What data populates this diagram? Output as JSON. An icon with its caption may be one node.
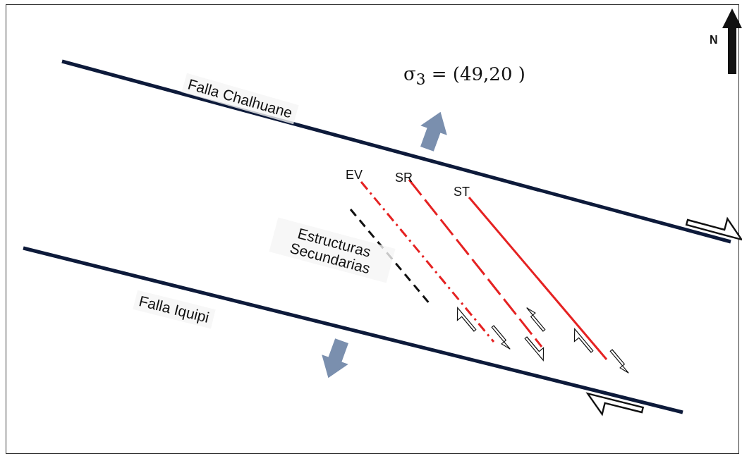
{
  "diagram": {
    "labels": [
      "N",
      "σ$_{3}$ = (49,20 )",
      "Falla Chalhuane",
      "EV",
      "SR",
      "ST",
      "Estructuras Secundarias",
      "Falla Iquipi"
    ]
  }
}
